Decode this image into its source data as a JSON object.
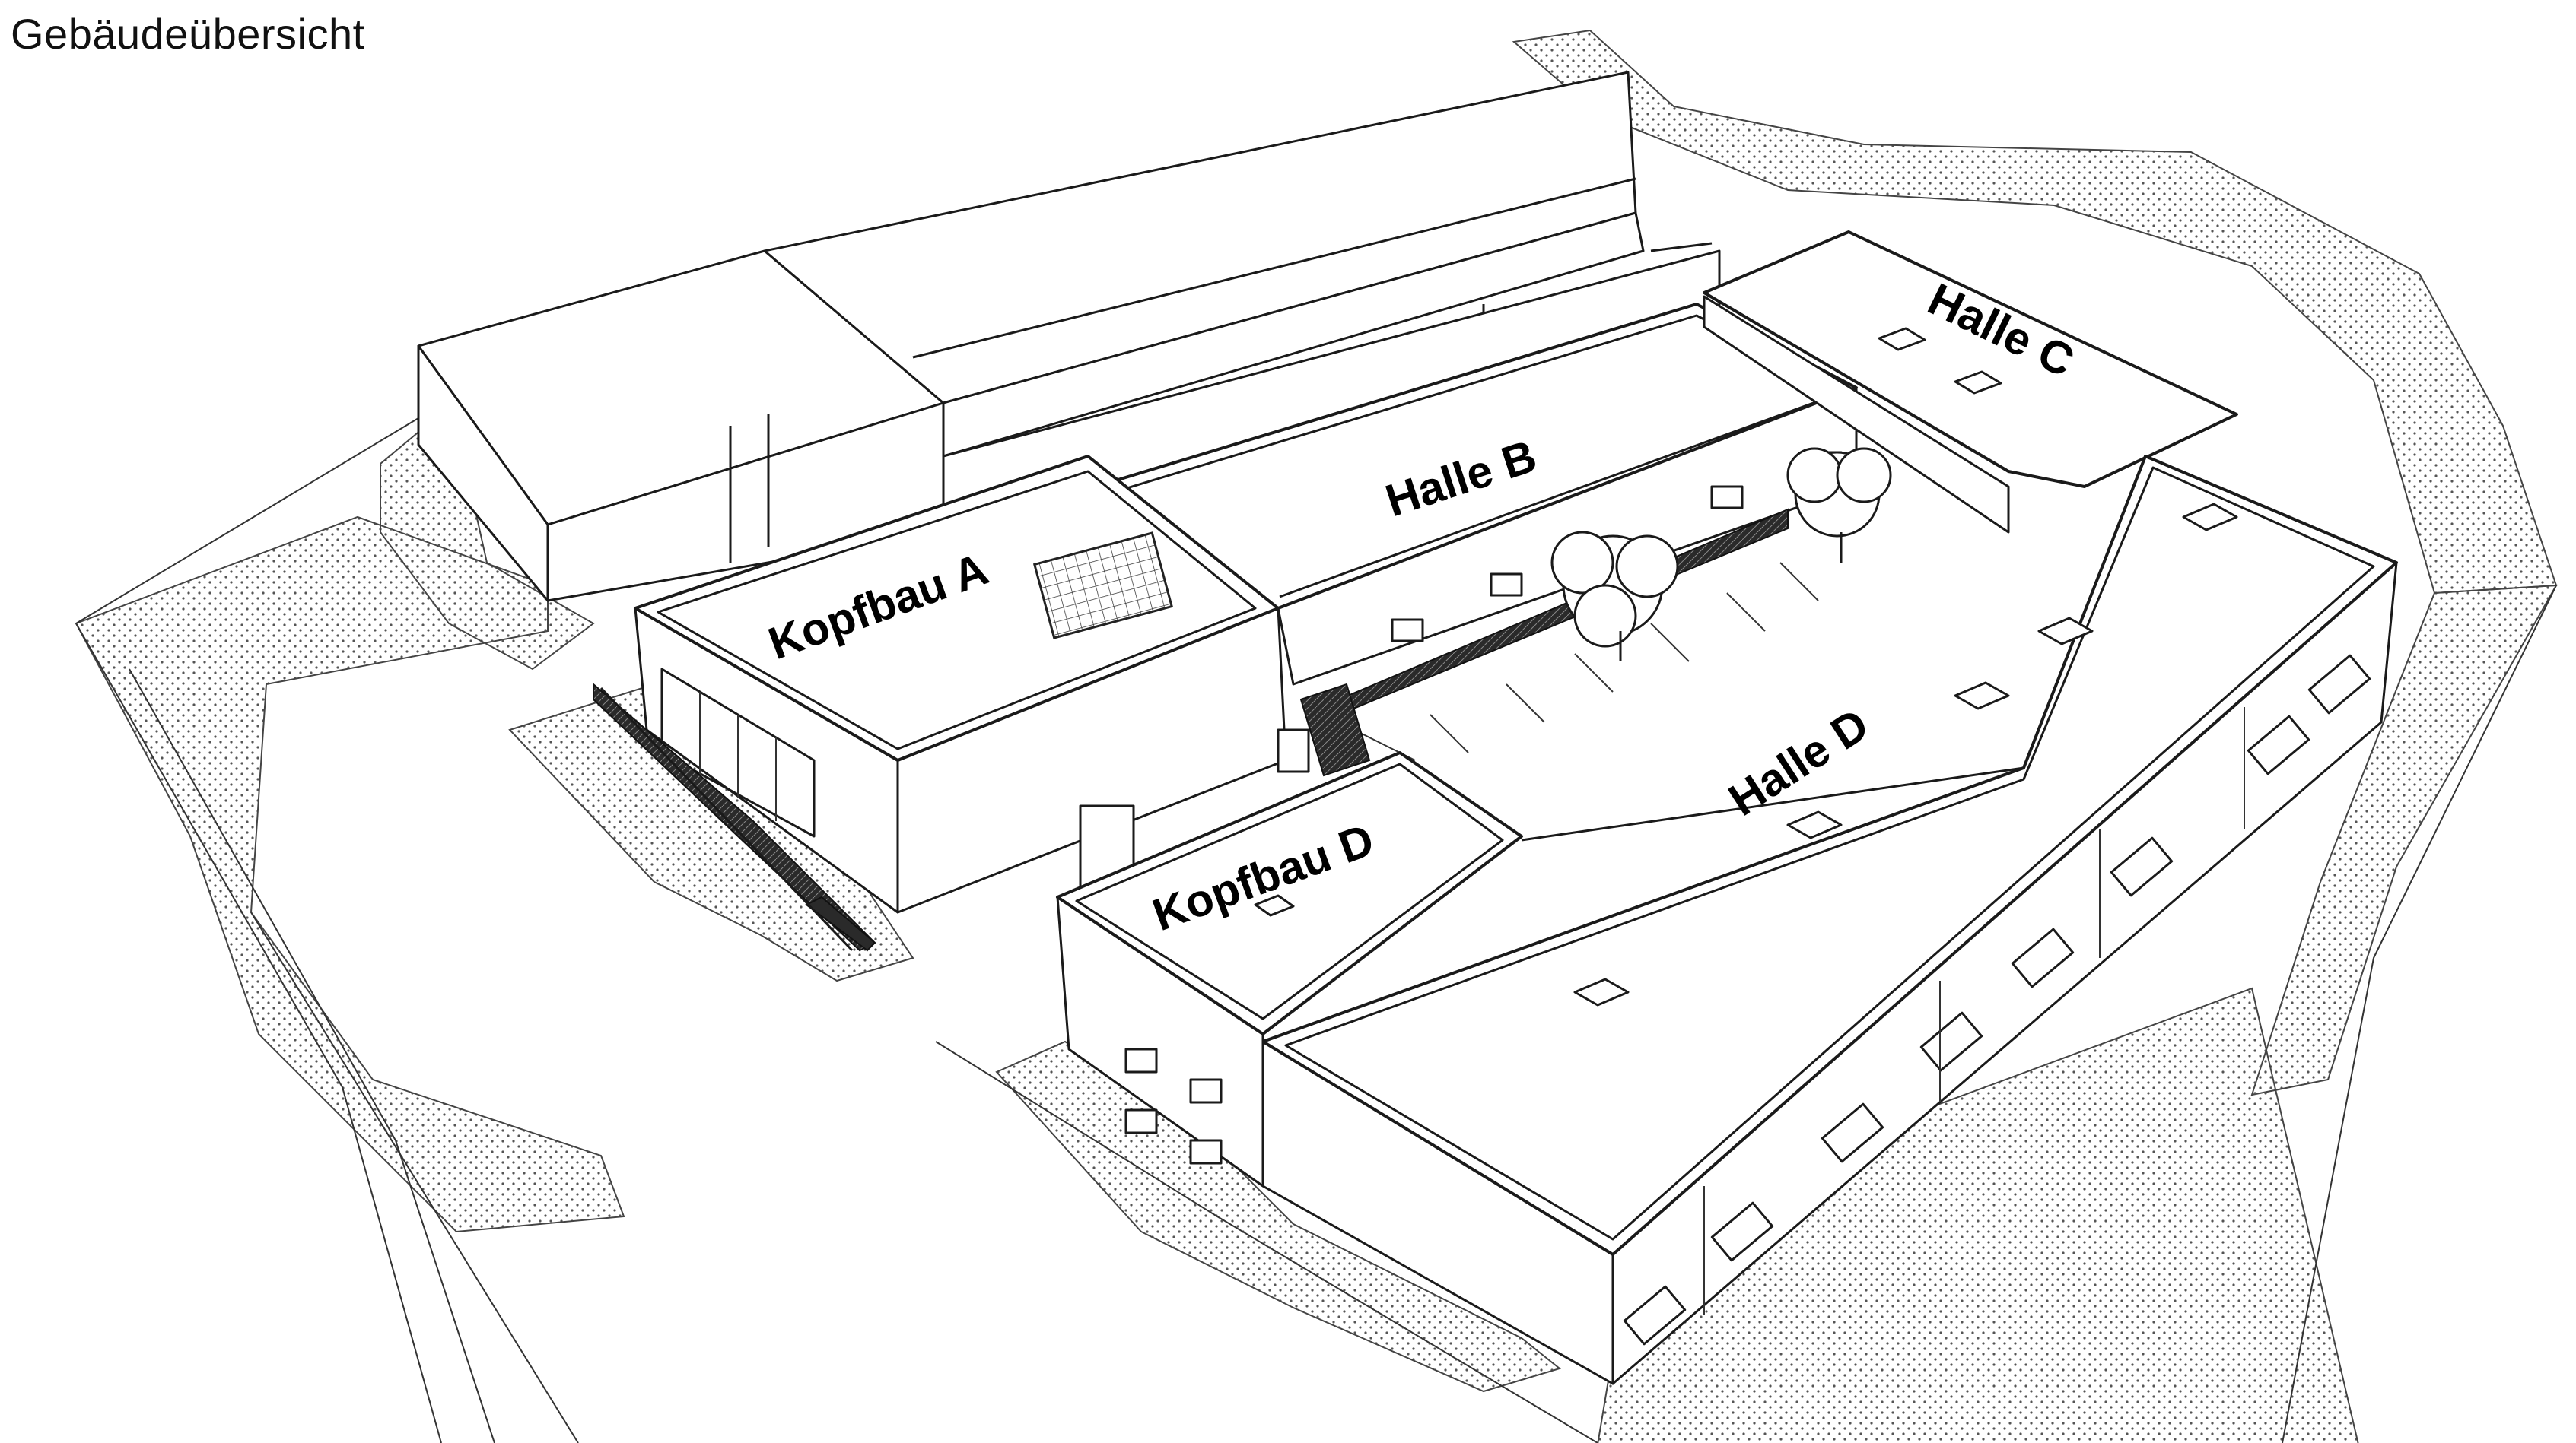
{
  "title": "Gebäudeübersicht",
  "buildings": [
    {
      "id": "kopfbau-a",
      "label": "Kopfbau A"
    },
    {
      "id": "halle-b",
      "label": "Halle B"
    },
    {
      "id": "halle-c",
      "label": "Halle C"
    },
    {
      "id": "halle-d",
      "label": "Halle D"
    },
    {
      "id": "kopfbau-d",
      "label": "Kopfbau D"
    }
  ],
  "style": {
    "line_color": "#1a1a1a",
    "background": "#ffffff"
  }
}
